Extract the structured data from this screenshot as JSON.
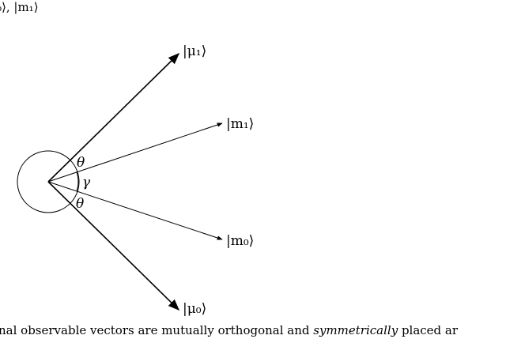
{
  "text": {
    "top_fragment": "₀⟩, |m₁⟩",
    "bottom_fragment_start": "nal observable vectors are mutually orthogonal and ",
    "bottom_fragment_emph": "symmetrically",
    "bottom_fragment_end": " placed ar"
  },
  "figure": {
    "labels": {
      "mu1": "|μ₁⟩",
      "m1": "|m₁⟩",
      "m0": "|m₀⟩",
      "mu0": "|μ₀⟩",
      "theta_upper": "θ",
      "gamma": "γ",
      "theta_lower": "θ"
    }
  }
}
